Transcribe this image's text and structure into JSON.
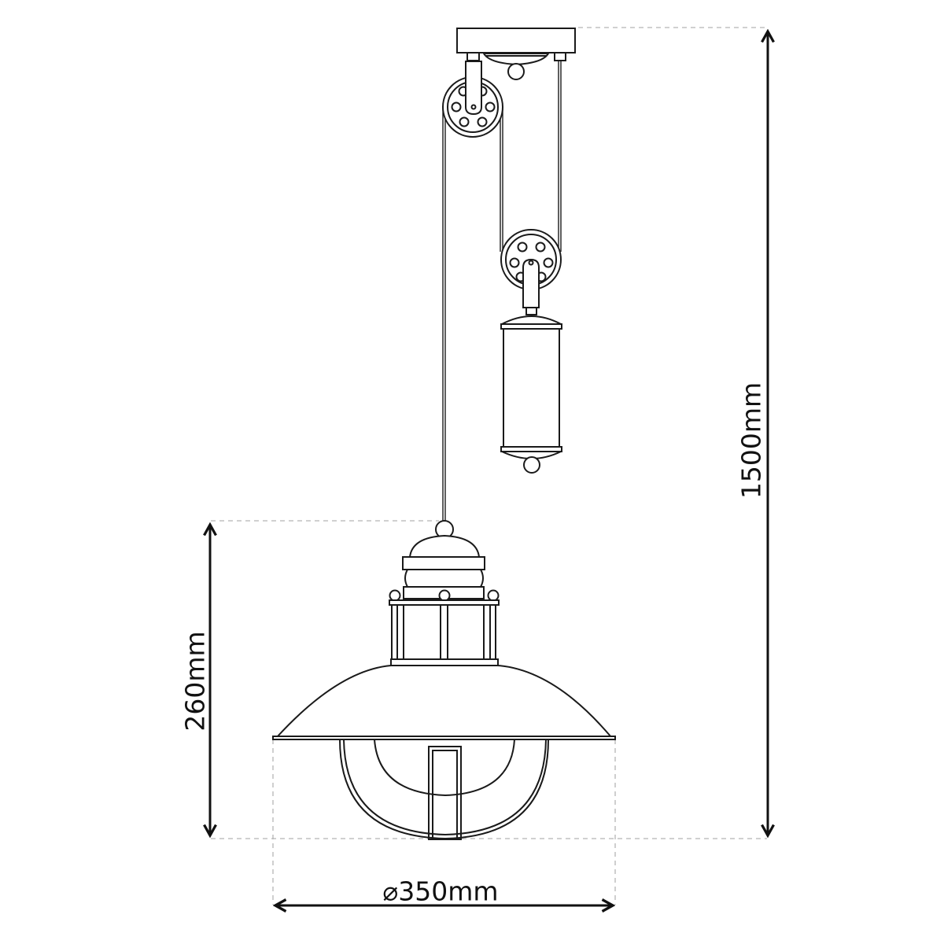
{
  "figure": {
    "type": "technical dimension drawing",
    "subject": "pulley pendant lamp with counterweight"
  },
  "dimensions": {
    "total_height": {
      "label": "1500mm",
      "value": 1500,
      "unit": "mm",
      "orientation": "vertical",
      "side": "right"
    },
    "shade_height": {
      "label": "260mm",
      "value": 260,
      "unit": "mm",
      "orientation": "vertical",
      "side": "left"
    },
    "shade_diameter": {
      "symbol": "⌀",
      "label": "350mm",
      "value": 350,
      "unit": "mm",
      "orientation": "horizontal",
      "side": "bottom"
    }
  },
  "parts": [
    "ceiling-canopy",
    "upper-pulley",
    "lower-pulley",
    "counterweight",
    "cable",
    "lamp-crown",
    "lamp-cage",
    "lamp-shade",
    "glass-globe",
    "wire-guard"
  ],
  "colors": {
    "line": "#1a1a1a",
    "guide": "#b5b5b5",
    "background": "#ffffff"
  }
}
